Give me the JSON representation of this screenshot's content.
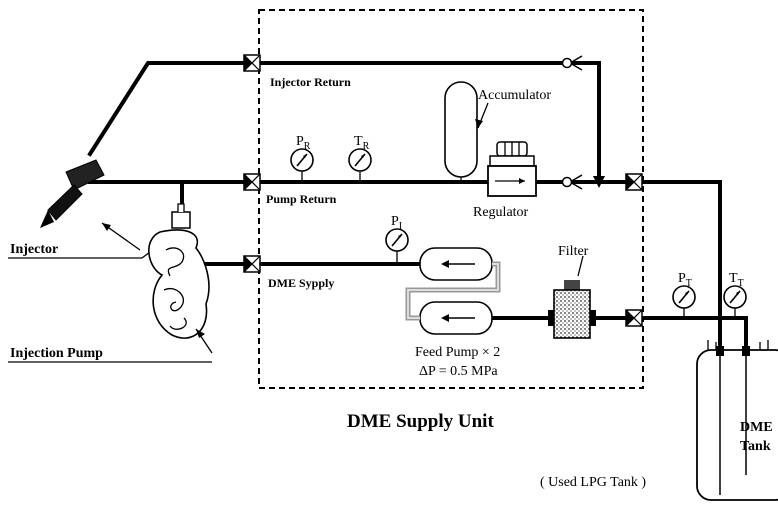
{
  "labels": {
    "injector_return": "Injector Return",
    "accumulator": "Accumulator",
    "pump_return": "Pump Return",
    "regulator": "Regulator",
    "dme_supply": "DME Sypply",
    "filter": "Filter",
    "injector": "Injector",
    "injection_pump": "Injection Pump",
    "feed_pump": "Feed Pump × 2",
    "delta_p": "ΔP = 0.5 MPa",
    "unit_title": "DME Supply Unit",
    "used_lpg": "( Used LPG  Tank )",
    "dme_tank_1": "DME",
    "dme_tank_2": "Tank"
  },
  "gauges": {
    "pr": {
      "main": "P",
      "sub": "R"
    },
    "tr": {
      "main": "T",
      "sub": "R"
    },
    "pi": {
      "main": "P",
      "sub": "I"
    },
    "pt": {
      "main": "P",
      "sub": "T"
    },
    "tt": {
      "main": "T",
      "sub": "T"
    }
  }
}
